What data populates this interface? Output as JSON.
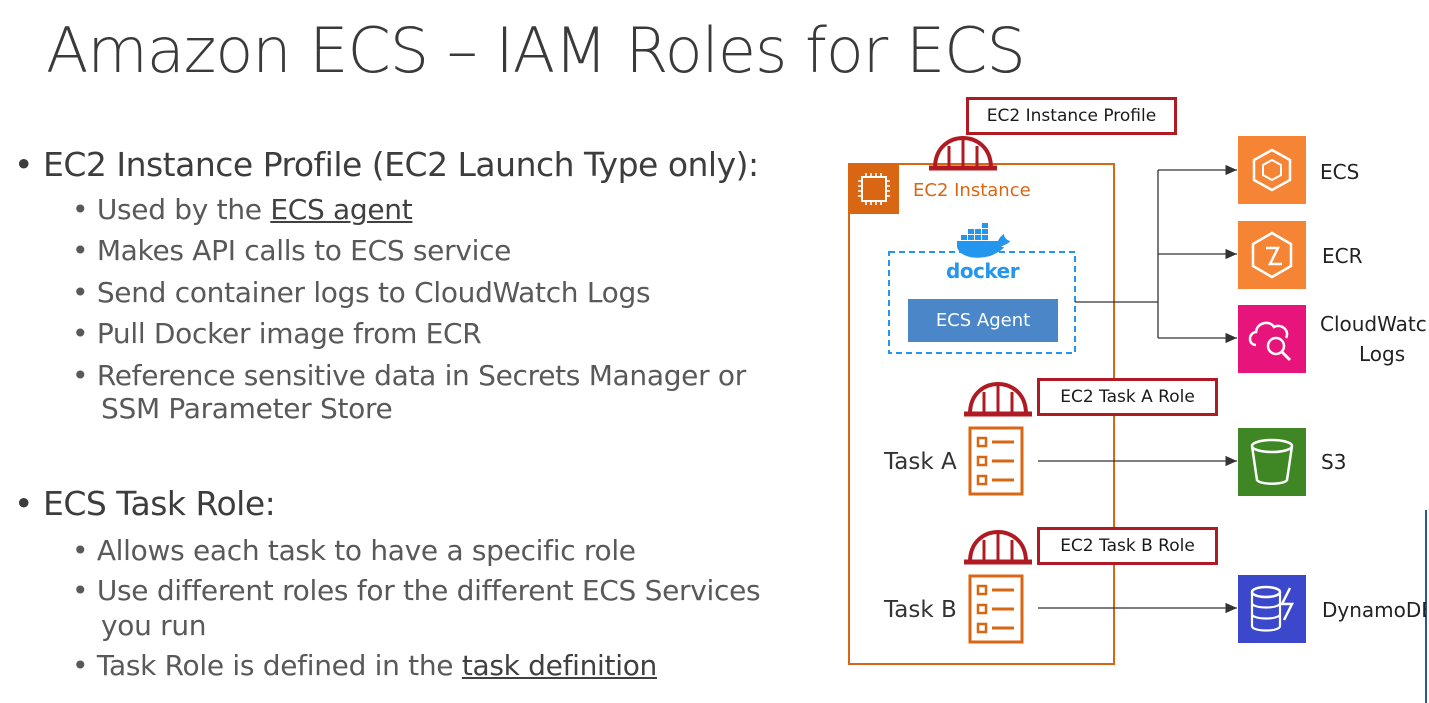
{
  "slide": {
    "title": "Amazon ECS – IAM Roles for ECS",
    "sections": [
      {
        "heading": "EC2 Instance Profile (EC2 Launch Type only):",
        "items": [
          {
            "pre": "Used by the ",
            "link": "ECS agent",
            "post": ""
          },
          {
            "pre": "Makes API calls to ECS service"
          },
          {
            "pre": "Send container logs to CloudWatch Logs"
          },
          {
            "pre": "Pull Docker image from ECR"
          },
          {
            "pre": "Reference sensitive data in Secrets Manager or",
            "cont": "SSM Parameter Store"
          }
        ]
      },
      {
        "heading": "ECS Task Role:",
        "items": [
          {
            "pre": "Allows each task to have a specific role"
          },
          {
            "pre": "Use different roles for the different ECS Services",
            "cont": "you run"
          },
          {
            "pre": "Task Role is defined in the ",
            "link": "task definition",
            "post": ""
          }
        ]
      }
    ]
  },
  "diagram": {
    "instance_profile_label": "EC2 Instance Profile",
    "instance_label": "EC2 Instance",
    "docker_label": "docker",
    "agent_label": "ECS Agent",
    "task_a_role": "EC2 Task A Role",
    "task_b_role": "EC2 Task B Role",
    "task_a": "Task A",
    "task_b": "Task B",
    "services": {
      "ecs": "ECS",
      "ecr": "ECR",
      "cloudwatch_line1": "CloudWatc",
      "cloudwatch_line2": "Logs",
      "s3": "S3",
      "dynamodb": "DynamoDE"
    },
    "colors": {
      "orange": "#d86613",
      "role_red": "#b01b23",
      "agent_blue": "#4a86c8",
      "docker_blue": "#2496ed",
      "ecs_orange": "#f58534",
      "cloudwatch_pink": "#e7157b",
      "s3_green": "#3f8624",
      "dynamo_blue": "#3b48cc"
    }
  }
}
